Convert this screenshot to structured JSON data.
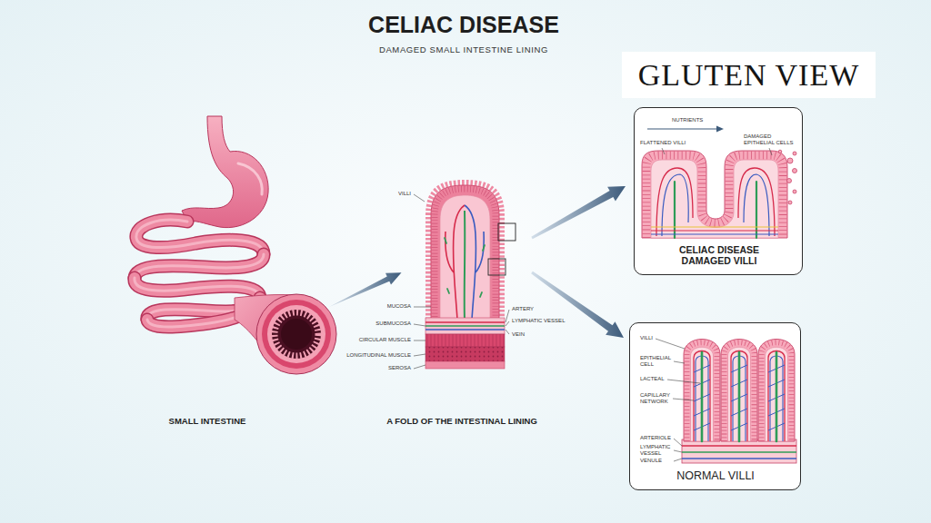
{
  "diagram": {
    "title": "CELIAC DISEASE",
    "nodes": [
      {
        "text": [
          "NUTRIENTS",
          "FLATTENED VILLI",
          "DAMAGED EPITHELIAL CELLS",
          "CELIAC DISEASE DAMAGED VILLI"
        ]
      },
      {
        "text": [
          "VILLI",
          "EPITHELIAL CELL",
          "LACTEAL",
          "CAPILLARY NETWORK",
          "ARTERIOLE",
          "LYMPHATIC VESSEL",
          "VENULE",
          "NORMAL VILLI"
        ]
      }
    ],
    "labels": [
      "DAMAGED SMALL INTESTINE LINING",
      "GLUTEN VIEW",
      "SMALL INTESTINE",
      "VILLI",
      "MUCOSA",
      "SUBMUCOSA",
      "CIRCULAR MUSCLE",
      "LONGITUDINAL MUSCLE",
      "SEROSA",
      "ARTERY",
      "LYMPHATIC VESSEL",
      "VEIN",
      "A FOLD OF THE INTESTINAL LINING"
    ]
  }
}
